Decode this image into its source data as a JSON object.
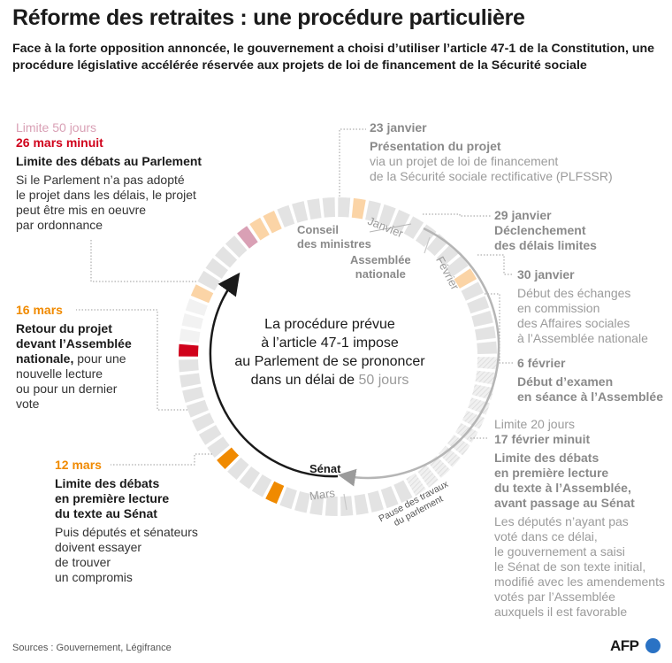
{
  "title": "Réforme des retraites : une procédure particulière",
  "subtitle": "Face à la forte opposition annoncée, le gouvernement a choisi d’utiliser l’article 47-1 de la Constitution, une procédure législative accélérée réservée aux projets de loi de financement de la Sécurité sociale",
  "center": {
    "line1": "La procédure prévue",
    "line2": "à l’article 47-1 impose",
    "line3": "au Parlement de se prononcer",
    "line4_pre": "dans un délai de ",
    "line4_hl": "50 jours"
  },
  "ring_labels": {
    "conseil": [
      "Conseil",
      "des ministres"
    ],
    "assemblee": [
      "Assemblée",
      "nationale"
    ],
    "senat": "Sénat",
    "janvier": "Janvier",
    "fevrier": "Février",
    "mars": "Mars",
    "pause": [
      "Pause des travaux",
      "du parlement"
    ]
  },
  "events": {
    "e23jan": {
      "date": "23 janvier",
      "title": "Présentation du projet",
      "body": [
        "via un projet de loi de financement",
        "de la Sécurité sociale rectificative (PLFSSR)"
      ]
    },
    "e29jan": {
      "date": "29 janvier",
      "title": [
        "Déclenchement",
        "des délais limites"
      ]
    },
    "e30jan": {
      "date": "30 janvier",
      "body": [
        "Début des échanges",
        "en commission",
        "des  Affaires sociales",
        "à l’Assemblée nationale"
      ]
    },
    "e6fev": {
      "date": "6 février",
      "title": [
        "Début d’examen",
        "en séance à l’Assemblée"
      ]
    },
    "e17fev": {
      "limit": "Limite 20 jours",
      "date": "17 février minuit",
      "title": [
        "Limite des débats",
        "en première lecture",
        "du texte à l’Assemblée,",
        "avant passage au Sénat"
      ],
      "body": [
        "Les députés n’ayant pas",
        "voté dans ce délai,",
        "le gouvernement a saisi",
        "le Sénat de son texte initial,",
        "modifié avec les amendements",
        "votés par l’Assemblée",
        "auxquels il est favorable"
      ]
    },
    "e12mar": {
      "date": "12 mars",
      "title": [
        "Limite des débats",
        "en première lecture",
        "du texte au Sénat"
      ],
      "body": [
        "Puis députés et sénateurs",
        "doivent essayer",
        "de trouver",
        "un compromis"
      ]
    },
    "e16mar": {
      "date": "16 mars",
      "title": [
        "Retour du projet",
        "devant l’Assemblée",
        "nationale,"
      ],
      "body_inline": " pour une",
      "body": [
        "nouvelle lecture",
        "ou pour un dernier",
        "vote"
      ]
    },
    "e26mar": {
      "limit": "Limite 50 jours",
      "date": "26 mars minuit",
      "title": "Limite des débats au Parlement",
      "body": [
        "Si le Parlement n’a pas adopté",
        "le projet dans les délais, le projet",
        "peut être mis en oeuvre",
        "par ordonnance"
      ]
    }
  },
  "colors": {
    "ring": "#e3e3e3",
    "light_orange": "#fbd4a6",
    "orange": "#f08a00",
    "red": "#d0021b",
    "pink": "#d9a0b5",
    "grey_text": "#9b9b9b",
    "afp_blue": "#2a72c4"
  },
  "footer": {
    "sources": "Sources : Gouvernement, Légifrance",
    "logo": "AFP"
  }
}
